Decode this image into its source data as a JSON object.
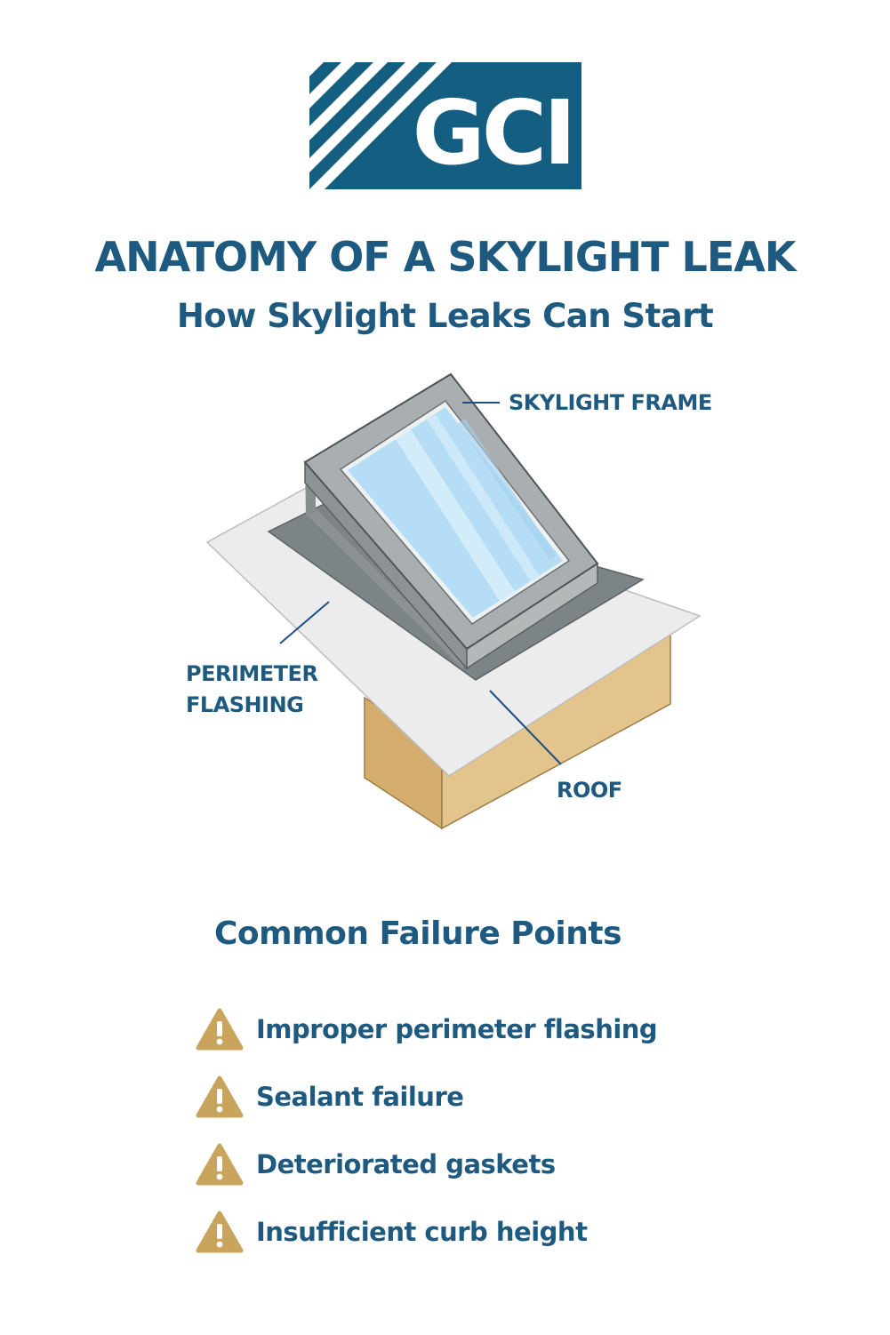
{
  "logo": {
    "text": "GCI",
    "background_color": "#145e82"
  },
  "header": {
    "title": "ANATOMY OF A SKYLIGHT LEAK",
    "subtitle": "How Skylight Leaks Can Start"
  },
  "diagram": {
    "labels": {
      "skylight_frame": "SKYLIGHT FRAME",
      "perimeter_line1": "PERIMETER",
      "perimeter_line2": "FLASHING",
      "roof": "ROOF"
    },
    "colors": {
      "text": "#1e5a80",
      "leader_line": "#1e4f86",
      "roof_sheet": "#ededed",
      "flashing": "#7c8385",
      "frame": "#a7adae",
      "glass": "#b4dcf4",
      "wood": "#e1c089"
    }
  },
  "failures": {
    "title": "Common Failure Points",
    "icon": "warning-triangle-icon",
    "icon_color": "#c9a45c",
    "items": [
      {
        "label": "Improper perimeter flashing"
      },
      {
        "label": "Sealant failure"
      },
      {
        "label": "Deteriorated gaskets"
      },
      {
        "label": "Insufficient curb height"
      }
    ]
  }
}
